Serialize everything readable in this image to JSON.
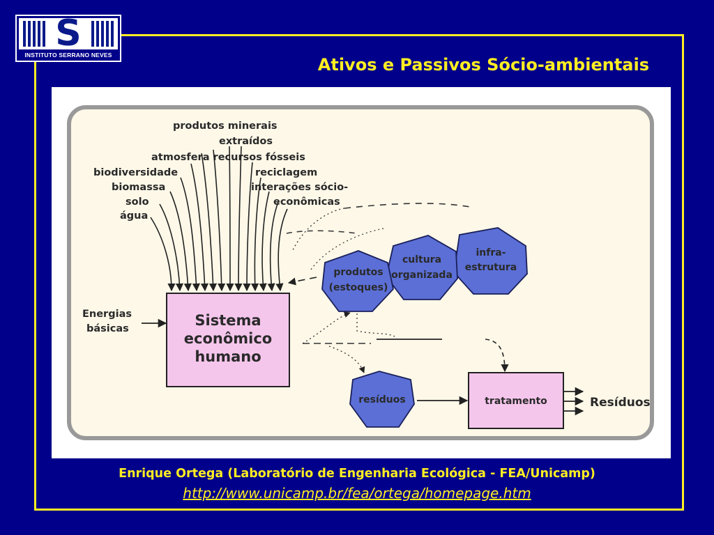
{
  "logo": {
    "letter": "S",
    "text": "INSTITUTO SERRANO NEVES"
  },
  "title": "Ativos e Passivos Sócio-ambientais",
  "diagram": {
    "inputs": [
      "produtos minerais",
      "extraídos",
      "atmosfera recursos fósseis",
      "biodiversidade",
      "reciclagem",
      "biomassa",
      "interações sócio-",
      "solo",
      "econômicas",
      "água"
    ],
    "energias": [
      "Energias",
      "básicas"
    ],
    "sistema": [
      "Sistema",
      "econômico",
      "humano"
    ],
    "produtos": [
      "produtos",
      "(estoques)"
    ],
    "cultura": [
      "cultura",
      "organizada"
    ],
    "infra": [
      "infra-",
      "estrutura"
    ],
    "residuos_node": "resíduos",
    "tratamento": "tratamento",
    "residuos_out": "Resíduos",
    "colors": {
      "background": "#fdf8e8",
      "pink": "#f5c6ec",
      "blob": "#5b6fd6",
      "border": "#999999"
    }
  },
  "credit": "Enrique Ortega (Laboratório de Engenharia Ecológica - FEA/Unicamp)",
  "link": "http://www.unicamp.br/fea/ortega/homepage.htm"
}
